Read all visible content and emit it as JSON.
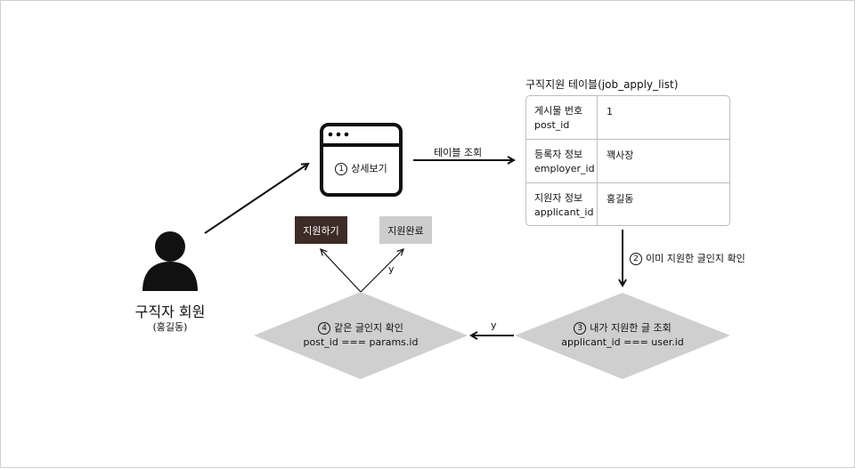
{
  "user": {
    "title": "구직자 회원",
    "subtitle": "(홍길동)"
  },
  "detail_box": {
    "step": "1",
    "label": "상세보기"
  },
  "arrow_table_lookup": "테이블 조회",
  "table": {
    "title": "구직지원 테이블(job_apply_list)",
    "rows": [
      {
        "key_ko": "게시물 번호",
        "key_en": "post_id",
        "value": "1"
      },
      {
        "key_ko": "등록자 정보",
        "key_en": "employer_id",
        "value": "꽥사장"
      },
      {
        "key_ko": "지원자 정보",
        "key_en": "applicant_id",
        "value": "홍길동"
      }
    ]
  },
  "step2": {
    "step": "2",
    "label": "이미 지원한 글인지 확인"
  },
  "diamond3": {
    "step": "3",
    "line1": "내가 지원한 글 조회",
    "line2": "applicant_id === user.id"
  },
  "diamond4": {
    "step": "4",
    "line1": "같은 글인지 확인",
    "line2": "post_id === params.id"
  },
  "edge_y_left": "y",
  "edge_y_up": "y",
  "buttons": {
    "apply": "지원하기",
    "applied": "지원완료"
  },
  "colors": {
    "apply_bg": "#3d2c26",
    "applied_bg": "#cdcdcd",
    "diamond": "#cfcfcf",
    "ink": "#111111"
  }
}
